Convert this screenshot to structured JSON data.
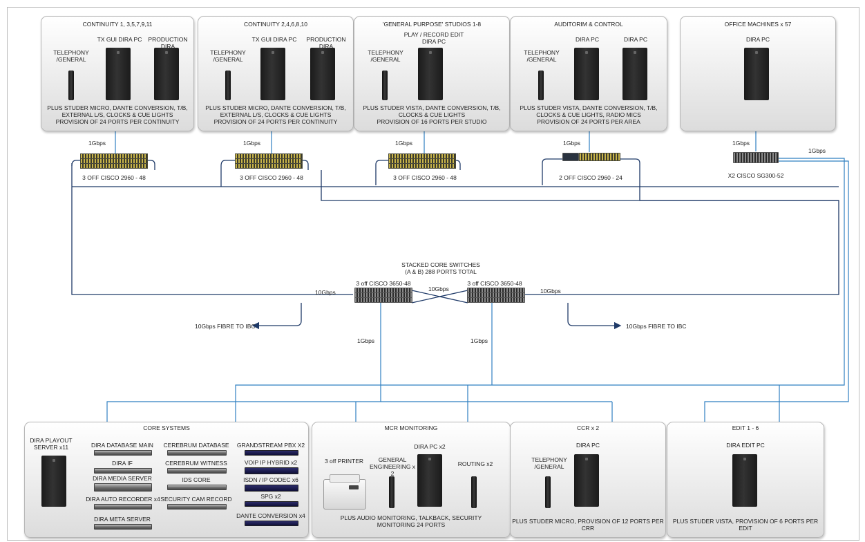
{
  "top_boxes": {
    "continuity_odd": {
      "title": "CONTINUITY 1, 3,5,7,9,11",
      "tel": "TELEPHONY\n/GENERAL",
      "pc1": "TX GUI DIRA PC",
      "pc2": "PRODUCTION DIRA",
      "desc": "PLUS STUDER MICRO, DANTE CONVERSION, T/B, EXTERNAL L/S, CLOCKS & CUE LIGHTS\nPROVISION OF 24 PORTS PER CONTINUITY",
      "link": "1Gbps",
      "switch": "3 OFF CISCO 2960 - 48"
    },
    "continuity_even": {
      "title": "CONTINUITY 2,4,6,8,10",
      "tel": "TELEPHONY\n/GENERAL",
      "pc1": "TX GUI DIRA PC",
      "pc2": "PRODUCTION DIRA",
      "desc": "PLUS STUDER MICRO, DANTE CONVERSION, T/B, EXTERNAL L/S, CLOCKS & CUE LIGHTS\nPROVISION OF 24 PORTS PER CONTINUITY",
      "link": "1Gbps",
      "switch": "3 OFF CISCO 2960 - 48"
    },
    "general_purpose": {
      "title": "'GENERAL PURPOSE' STUDIOS 1-8",
      "tel": "TELEPHONY\n/GENERAL",
      "pc1": "PLAY / RECORD EDIT\nDIRA PC",
      "desc": "PLUS STUDER VISTA, DANTE CONVERSION, T/B,  CLOCKS & CUE LIGHTS\nPROVISION OF 16  PORTS PER STUDIO",
      "link": "1Gbps",
      "switch": "3 OFF CISCO 2960 - 48"
    },
    "auditorium": {
      "title": "AUDITORIM & CONTROL",
      "tel": "TELEPHONY\n/GENERAL",
      "pc1": "DIRA PC",
      "pc2": "DIRA PC",
      "desc": "PLUS STUDER VISTA, DANTE CONVERSION, T/B,  CLOCKS & CUE LIGHTS, RADIO MICS\nPROVISION OF 24  PORTS PER AREA",
      "link": "1Gbps",
      "switch": "2 OFF CISCO 2960 - 24"
    },
    "office": {
      "title": "OFFICE MACHINES  x 57",
      "pc1": "DIRA PC",
      "link": "1Gbps",
      "link2": "1Gbps",
      "switch": "X2 CISCO SG300-52"
    }
  },
  "core": {
    "title": "STACKED CORE SWITCHES\n(A & B) 288 PORTS TOTAL",
    "switch_a": "3 off CISCO 3650-48",
    "switch_b": "3 off CISCO 3650-48",
    "cross_link": "10Gbps",
    "left_link": "10Gbps",
    "right_link": "10Gbps",
    "fibre_left": "10Gbps  FIBRE TO IBC",
    "fibre_right": "10Gbps  FIBRE TO IBC",
    "down_a": "1Gbps",
    "down_b": "1Gbps"
  },
  "bottom_boxes": {
    "core_systems": {
      "title": "CORE SYSTEMS",
      "playout": "DIRA PLAYOUT\nSERVER x11",
      "col1": [
        "DIRA DATABASE MAIN",
        "DIRA IF",
        "DIRA MEDIA SERVER",
        "DIRA AUTO RECORDER x4",
        "DIRA META SERVER"
      ],
      "col2": [
        "CEREBRUM DATABASE",
        "CEREBRUM WITNESS",
        "IDS CORE",
        "SECURITY CAM RECORD"
      ],
      "col3": [
        "GRANDSTREAM PBX X2",
        "VOIP IP HYBRID x2",
        "ISDN / IP CODEC x6",
        "SPG x2",
        "DANTE CONVERSION x4"
      ]
    },
    "mcr": {
      "title": "MCR MONITORING",
      "printer": "3 off PRINTER",
      "general": "GENERAL\nENGINEERING x 2",
      "dira": "DIRA PC x2",
      "routing": "ROUTING x2",
      "desc": "PLUS AUDIO MONITORING, TALKBACK, SECURITY\nMONITORING 24 PORTS"
    },
    "ccr": {
      "title": "CCR x 2",
      "tel": "TELEPHONY\n/GENERAL",
      "dira": "DIRA PC",
      "desc": "PLUS STUDER MICRO,  PROVISION OF 12  PORTS PER CRR"
    },
    "edit": {
      "title": "EDIT 1 - 6",
      "dira": "DIRA EDIT PC",
      "desc": "PLUS STUDER VISTA, PROVISION OF 6  PORTS PER EDIT"
    }
  },
  "colors": {
    "link_dark": "#1f3a68",
    "link_light": "#2f7fc1",
    "box_fill": "#e6e6e6"
  }
}
